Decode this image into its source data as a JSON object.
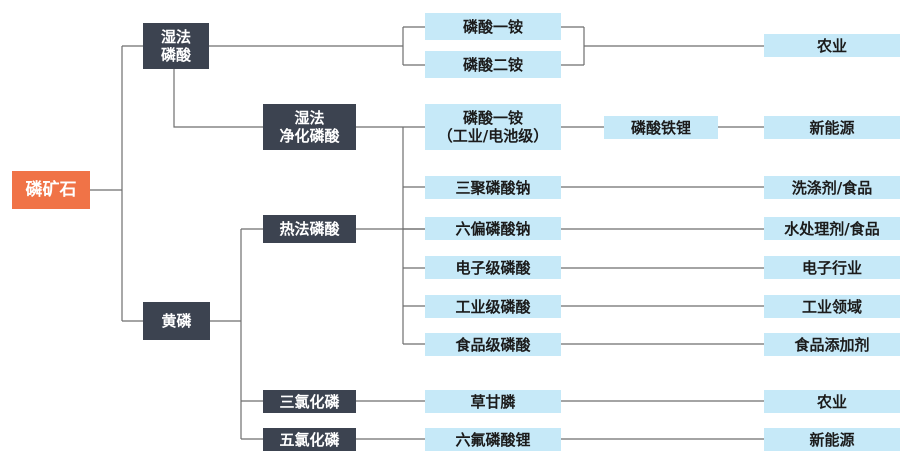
{
  "nodes": {
    "root": "磷矿石",
    "wet_process": "湿法\n磷酸",
    "wet_purified": "湿法\n净化磷酸",
    "yellow_p": "黄磷",
    "thermal_acid": "热法磷酸",
    "pcl3": "三氯化磷",
    "pcl5": "五氯化磷",
    "map": "磷酸一铵",
    "dap": "磷酸二铵",
    "map_industrial": "磷酸一铵\n（工业/电池级）",
    "stpp": "三聚磷酸钠",
    "shmp": "六偏磷酸钠",
    "electronic_acid": "电子级磷酸",
    "industrial_acid": "工业级磷酸",
    "food_acid": "食品级磷酸",
    "glyphosate": "草甘膦",
    "lipf6": "六氟磷酸锂",
    "lfp": "磷酸铁锂",
    "agri_1": "农业",
    "new_energy_1": "新能源",
    "detergent_food": "洗涤剂/食品",
    "water_food": "水处理剂/食品",
    "electronics": "电子行业",
    "industry": "工业领域",
    "food_additive": "食品添加剂",
    "agri_2": "农业",
    "new_energy_2": "新能源"
  },
  "colors": {
    "root_fill": "#f07347",
    "dark_fill": "#3c4350",
    "light_fill": "#c6e9f8",
    "line": "#6e6e6e"
  }
}
